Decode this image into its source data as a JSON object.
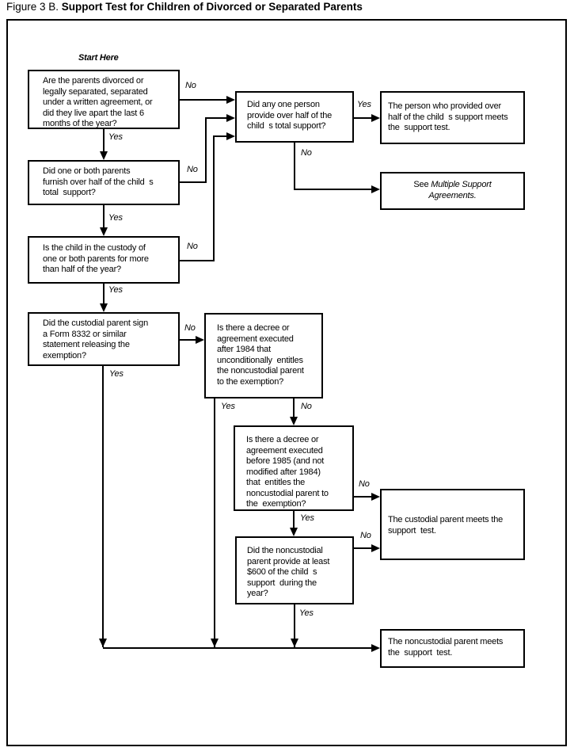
{
  "title": {
    "figure": "Figure 3 B. ",
    "heading": "Support Test for Children of Divorced or Separated Parents"
  },
  "start_label": "Start Here",
  "labels": {
    "yes": "Yes",
    "no": "No"
  },
  "boxes": {
    "q1": "Are the parents divorced or\nlegally separated, separated\nunder a written agreement, or\ndid they live apart the last 6\nmonths of the year?",
    "q2": "Did one or both parents\nfurnish over half of the child  s\ntotal  support?",
    "q3": "Is the child in the custody of\none or both parents for more\nthan half of the year?",
    "q4": "Did the custodial parent sign\na Form 8332 or similar\nstatement releasing the\nexemption?",
    "any_one_person": "Did any one person\nprovide over half of the\nchild  s total support?",
    "person_meets": "The person who provided over\nhalf of the child  s support meets\nthe  support test.",
    "see_prefix": "See ",
    "see_italic": "Multiple Support\nAgreements.",
    "decree_after_1984": "Is there a decree or\nagreement executed\nafter 1984 that\nunconditionally  entitles\nthe noncustodial parent\nto the exemption?",
    "decree_before_1985": "Is there a decree or\nagreement executed\nbefore 1985 (and not\nmodified after 1984)\nthat  entitles the\nnoncustodial parent to\nthe  exemption?",
    "support_600": "Did the noncustodial\nparent provide at least\n$600 of the child  s\nsupport  during the\nyear?",
    "custodial_meets": "The custodial parent meets the\nsupport  test.",
    "noncustodial_meets": "The noncustodial parent meets\nthe  support  test."
  }
}
